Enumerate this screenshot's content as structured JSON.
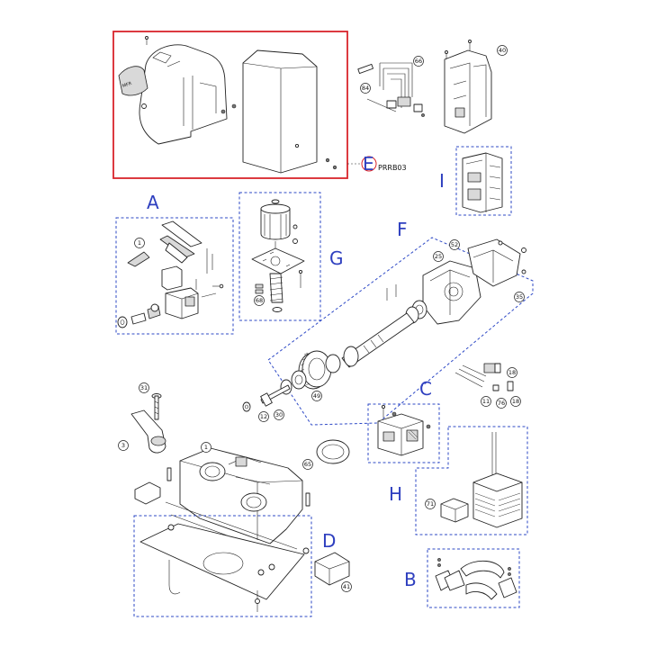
{
  "groups": {
    "A": "A",
    "B": "B",
    "C": "C",
    "D": "D",
    "E": "E",
    "F": "F",
    "G": "G",
    "H": "H",
    "I": "I"
  },
  "cover_code": "PRRB03",
  "parts": {
    "p1a": "1",
    "p1b": "1",
    "p3": "3",
    "p11": "11",
    "p12": "12",
    "p18a": "18",
    "p18b": "18",
    "p25": "25",
    "p30": "30",
    "p31": "31",
    "p35": "35",
    "p40": "40",
    "p41": "41",
    "p49": "49",
    "p52": "52",
    "p65": "65",
    "p66": "66",
    "p68": "68",
    "p71": "71",
    "p76": "76",
    "p84": "84"
  },
  "colors": {
    "group_blue": "#2e49c6",
    "highlight_red": "#d8242b"
  }
}
